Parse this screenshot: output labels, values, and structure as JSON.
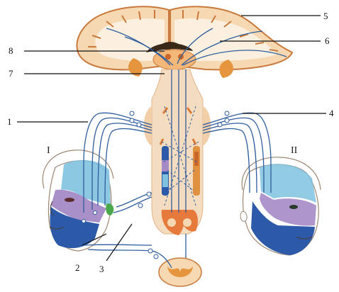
{
  "callouts": [
    "1",
    "2",
    "3",
    "4",
    "5",
    "6",
    "7",
    "8"
  ],
  "faces": {
    "left": "I",
    "right": "II"
  },
  "colors": {
    "cortex_fill": "#f6d9b2",
    "cortex_edge": "#c9793b",
    "nucleus": "#e0913f",
    "nerve": "#2f5d9e",
    "face_blue_light": "#7fc2df",
    "face_blue_dark": "#2c5aa8",
    "face_purple": "#a58ac6",
    "brainstem": "#f4dcc0"
  }
}
